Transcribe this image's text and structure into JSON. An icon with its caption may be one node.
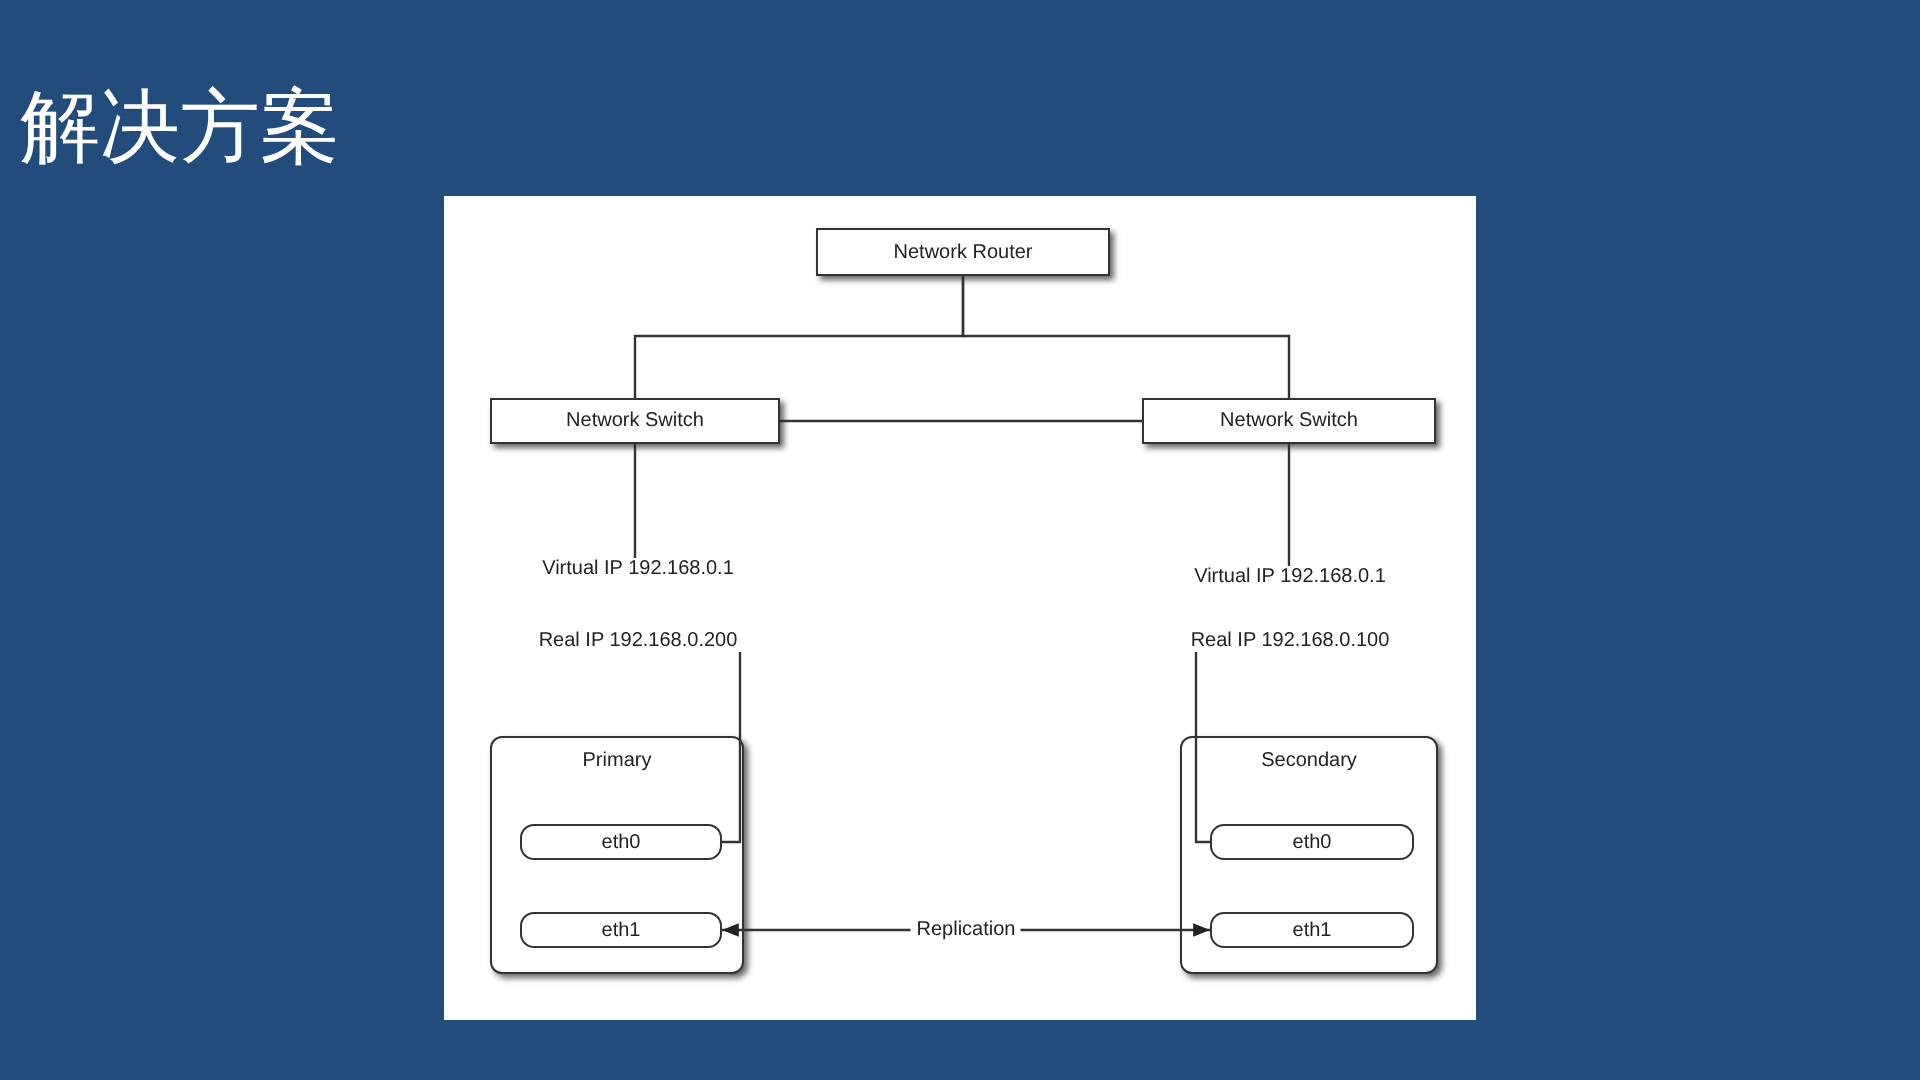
{
  "diagram": {
    "title": "解决方案",
    "nodes": [
      {
        "text": [
          "Network Router"
        ]
      },
      {
        "text": [
          "Network Switch"
        ]
      },
      {
        "text": [
          "Network Switch"
        ]
      },
      {
        "text": [
          "Virtual IP 192.168.0.1",
          "Real IP 192.168.0.200"
        ]
      },
      {
        "text": [
          "Virtual IP 192.168.0.1",
          "Real IP 192.168.0.100"
        ]
      },
      {
        "text": [
          "Primary"
        ]
      },
      {
        "text": [
          "eth0"
        ],
        "in": 5
      },
      {
        "text": [
          "eth1"
        ],
        "in": 5
      },
      {
        "text": [
          "Secondary"
        ]
      },
      {
        "text": [
          "eth0"
        ],
        "in": 8
      },
      {
        "text": [
          "eth1"
        ],
        "in": 8
      }
    ],
    "edges": [
      {
        "from": 0,
        "to": 1,
        "arrow": "none"
      },
      {
        "from": 0,
        "to": 2,
        "arrow": "none"
      },
      {
        "from": 1,
        "to": 2,
        "arrow": "none"
      },
      {
        "from": 1,
        "to": 3,
        "arrow": "none"
      },
      {
        "from": 3,
        "to": 6,
        "arrow": "none"
      },
      {
        "from": 2,
        "to": 4,
        "arrow": "none"
      },
      {
        "from": 4,
        "to": 9,
        "arrow": "none"
      },
      {
        "from": 7,
        "to": 10,
        "arrow": "both",
        "label": "Replication"
      }
    ]
  }
}
